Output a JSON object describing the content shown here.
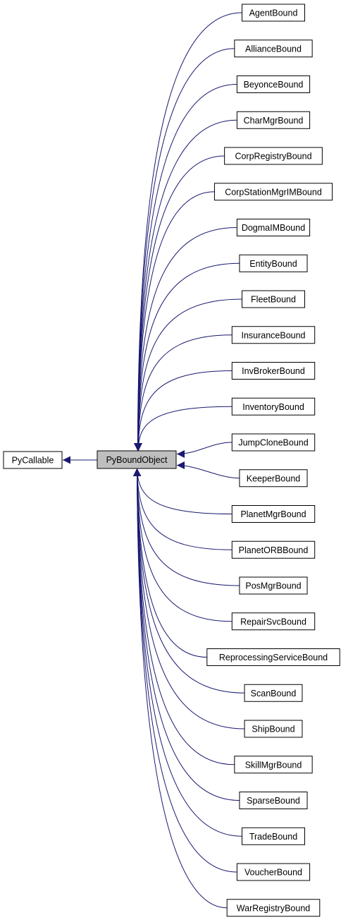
{
  "diagram": {
    "base_class": "PyCallable",
    "focus_class": "PyBoundObject",
    "derived_classes": [
      "AgentBound",
      "AllianceBound",
      "BeyonceBound",
      "CharMgrBound",
      "CorpRegistryBound",
      "CorpStationMgrIMBound",
      "DogmaIMBound",
      "EntityBound",
      "FleetBound",
      "InsuranceBound",
      "InvBrokerBound",
      "InventoryBound",
      "JumpCloneBound",
      "KeeperBound",
      "PlanetMgrBound",
      "PlanetORBBound",
      "PosMgrBound",
      "RepairSvcBound",
      "ReprocessingServiceBound",
      "ScanBound",
      "ShipBound",
      "SkillMgrBound",
      "SparseBound",
      "TradeBound",
      "VoucherBound",
      "WarRegistryBound"
    ]
  },
  "colors": {
    "edge": "#191970",
    "focus_fill": "#bfbfbf",
    "node_fill": "#ffffff",
    "node_border": "#000000"
  }
}
